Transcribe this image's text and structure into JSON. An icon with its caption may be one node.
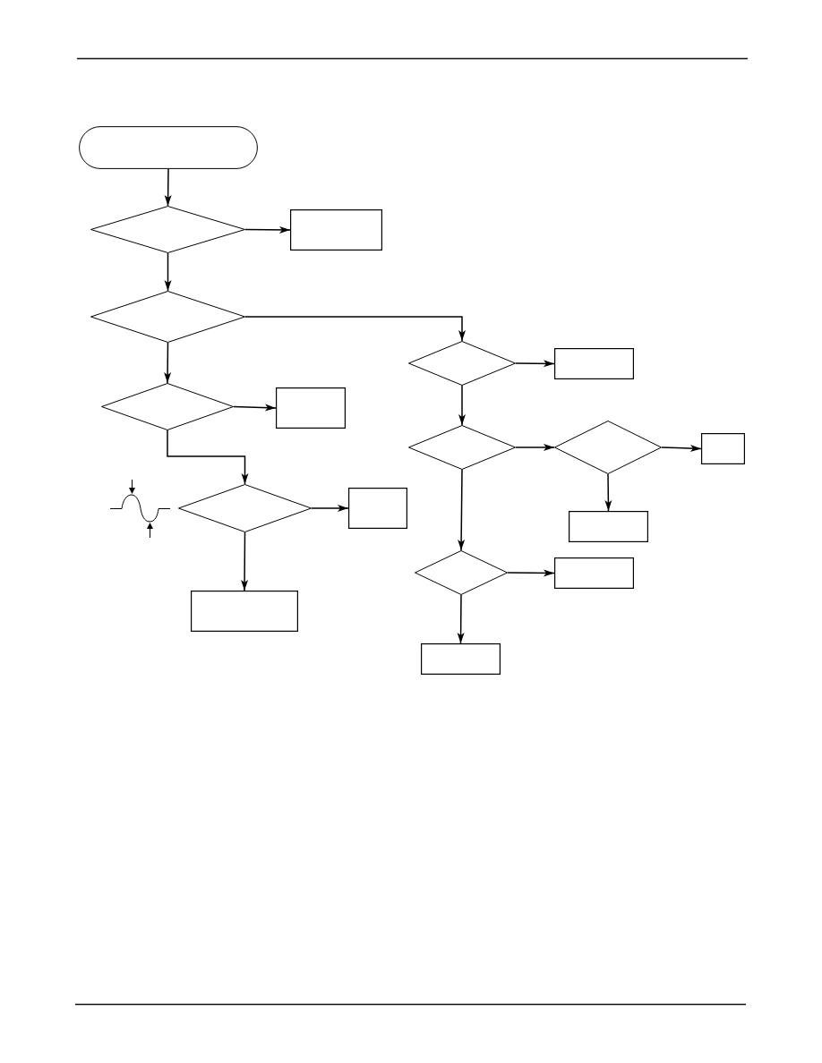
{
  "diagram": {
    "nodes": [
      {
        "text": [],
        "shape": "stadium"
      },
      {
        "text": [],
        "shape": "diamond"
      },
      {
        "text": [],
        "shape": "box"
      },
      {
        "text": [],
        "shape": "diamond"
      },
      {
        "text": [],
        "shape": "diamond"
      },
      {
        "text": [],
        "shape": "box"
      },
      {
        "text": [],
        "shape": "diamond"
      },
      {
        "text": [],
        "shape": "box"
      },
      {
        "text": [],
        "shape": "box"
      },
      {
        "text": [],
        "shape": "diamond"
      },
      {
        "text": [],
        "shape": "box"
      },
      {
        "text": [],
        "shape": "diamond"
      },
      {
        "text": [],
        "shape": "diamond"
      },
      {
        "text": [],
        "shape": "box"
      },
      {
        "text": [],
        "shape": "box"
      },
      {
        "text": [],
        "shape": "diamond"
      },
      {
        "text": [],
        "shape": "box"
      },
      {
        "text": [],
        "shape": "box"
      }
    ],
    "edges": [
      {
        "from": 0,
        "to": 1,
        "arrow": "to"
      },
      {
        "from": 1,
        "to": 2,
        "arrow": "to"
      },
      {
        "from": 1,
        "to": 3,
        "arrow": "to"
      },
      {
        "from": 3,
        "to": 9,
        "arrow": "to"
      },
      {
        "from": 3,
        "to": 4,
        "arrow": "to"
      },
      {
        "from": 4,
        "to": 5,
        "arrow": "to"
      },
      {
        "from": 4,
        "to": 6,
        "arrow": "to"
      },
      {
        "from": 6,
        "to": 7,
        "arrow": "to"
      },
      {
        "from": 6,
        "to": 8,
        "arrow": "to"
      },
      {
        "from": 9,
        "to": 10,
        "arrow": "to"
      },
      {
        "from": 9,
        "to": 11,
        "arrow": "to"
      },
      {
        "from": 11,
        "to": 12,
        "arrow": "to"
      },
      {
        "from": 12,
        "to": 13,
        "arrow": "to"
      },
      {
        "from": 12,
        "to": 14,
        "arrow": "to"
      },
      {
        "from": 11,
        "to": 15,
        "arrow": "to"
      },
      {
        "from": 15,
        "to": 16,
        "arrow": "to"
      },
      {
        "from": 15,
        "to": 17,
        "arrow": "to"
      }
    ]
  }
}
